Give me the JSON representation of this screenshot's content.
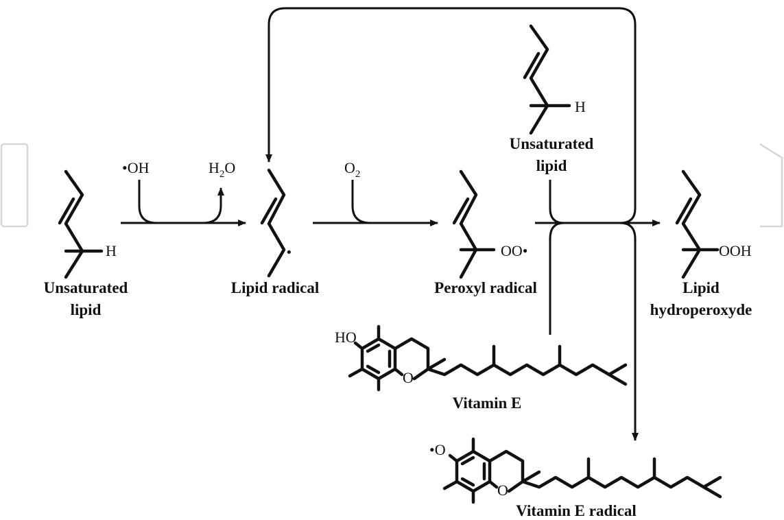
{
  "labels": {
    "unsat_lipid_left": [
      "Unsaturated",
      "lipid"
    ],
    "lipid_radical": "Lipid radical",
    "peroxyl_radical": "Peroxyl radical",
    "unsat_lipid_top": [
      "Unsaturated",
      "lipid"
    ],
    "lipid_hydroperoxyde": [
      "Lipid",
      "hydroperoxyde"
    ],
    "vitamin_e": "Vitamin E",
    "vitamin_e_radical": "Vitamin E radical"
  },
  "atoms": {
    "h": "H",
    "ooh": "OOH",
    "oo_radical": "OO•",
    "oh_radical": "•OH",
    "water_h": "H",
    "water_sub": "2",
    "water_o": "O",
    "oxygen_o": "O",
    "oxygen_sub": "2",
    "ho": "HO",
    "ring_o": "O",
    "radical_o": "•O",
    "radical_dot": "·"
  },
  "colors": {
    "ink": "#111111",
    "watermark": "#d6d6d6"
  }
}
